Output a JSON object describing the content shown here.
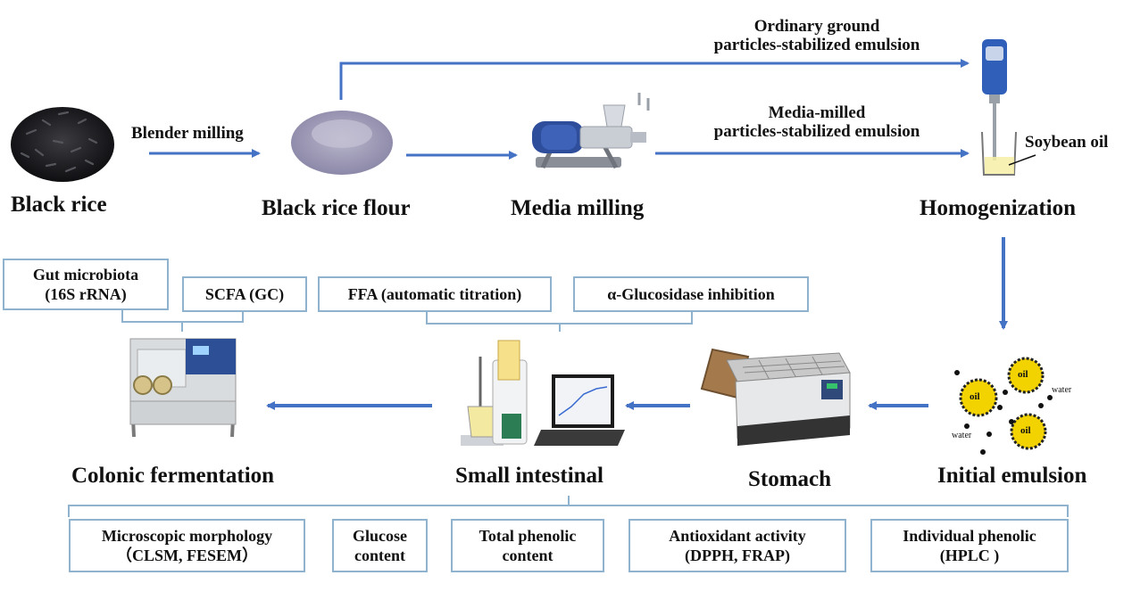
{
  "stages": {
    "black_rice": "Black rice",
    "black_rice_flour": "Black rice flour",
    "media_milling": "Media milling",
    "homogenization": "Homogenization",
    "initial_emulsion": "Initial emulsion",
    "stomach": "Stomach",
    "small_intestinal": "Small intestinal",
    "colonic_fermentation": "Colonic fermentation"
  },
  "arrow_labels": {
    "blender_milling": "Blender milling",
    "ordinary_line1": "Ordinary ground",
    "ordinary_line2": "particles-stabilized emulsion",
    "media_line1": "Media-milled",
    "media_line2": "particles-stabilized emulsion",
    "soybean_oil": "Soybean oil"
  },
  "emulsion": {
    "oil": "oil",
    "water": "water"
  },
  "top_boxes": {
    "gut_line1": "Gut microbiota",
    "gut_line2": "(16S rRNA)",
    "scfa": "SCFA (GC)",
    "ffa": "FFA (automatic titration)",
    "glucosidase": "α-Glucosidase inhibition"
  },
  "bottom_boxes": {
    "micro_line1": "Microscopic morphology",
    "micro_line2": "（CLSM, FESEM）",
    "glucose_line1": "Glucose",
    "glucose_line2": "content",
    "phenolic_line1": "Total phenolic",
    "phenolic_line2": "content",
    "antiox_line1": "Antioxidant activity",
    "antiox_line2": "(DPPH, FRAP)",
    "individual_line1": "Individual phenolic",
    "individual_line2": "(HPLC )"
  },
  "colors": {
    "arrow": "#4472c4",
    "box_border": "#8fb3cf",
    "bracket": "#8fb3cf",
    "oil_droplet": "#f2d300"
  }
}
